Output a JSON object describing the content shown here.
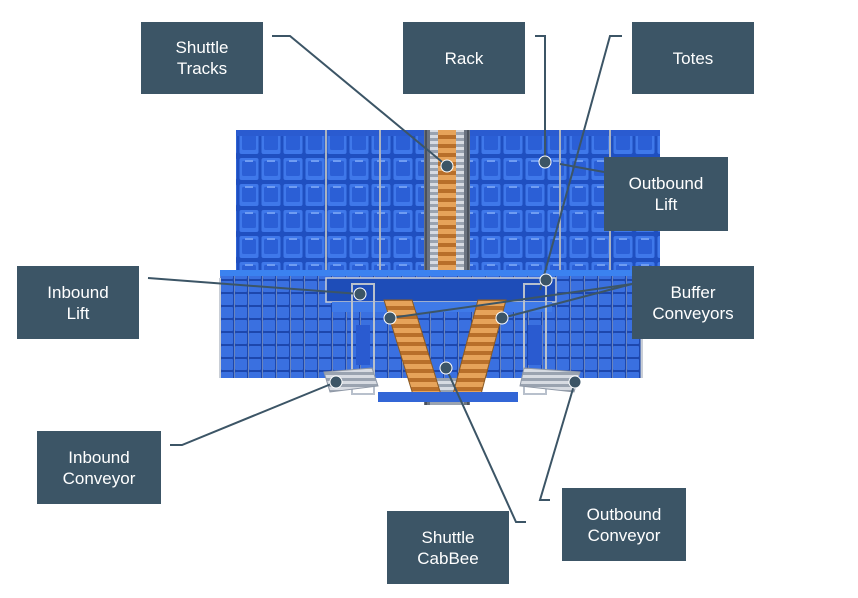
{
  "callouts": {
    "shuttle_tracks": {
      "line1": "Shuttle",
      "line2": "Tracks"
    },
    "rack": {
      "line1": "Rack"
    },
    "totes": {
      "line1": "Totes"
    },
    "outbound_lift": {
      "line1": "Outbound",
      "line2": "Lift"
    },
    "inbound_lift": {
      "line1": "Inbound",
      "line2": "Lift"
    },
    "buffer_conveyors": {
      "line1": "Buffer",
      "line2": "Conveyors"
    },
    "inbound_conveyor": {
      "line1": "Inbound",
      "line2": "Conveyor"
    },
    "shuttle_cabbee": {
      "line1": "Shuttle",
      "line2": "CabBee"
    },
    "outbound_conveyor": {
      "line1": "Outbound",
      "line2": "Conveyor"
    }
  },
  "colors": {
    "label_box": "#3c5566",
    "label_text": "#ffffff",
    "leader_line": "#3c5566",
    "tote_blue": "#2f63d9",
    "rack_frame": "#9aa3b0",
    "track_orange": "#d98b3a"
  }
}
